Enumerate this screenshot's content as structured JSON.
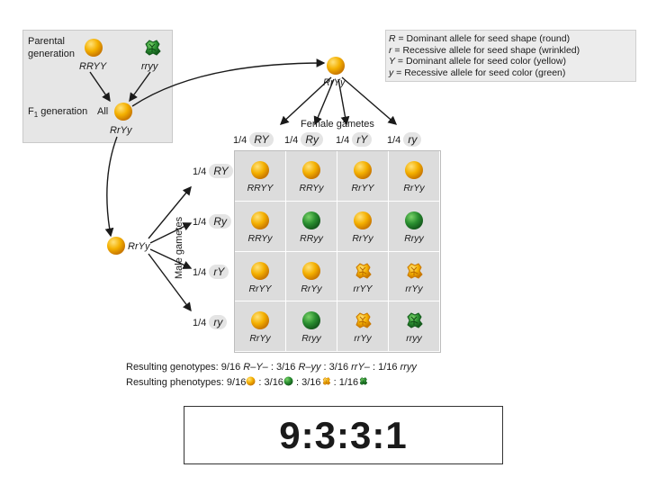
{
  "parental": {
    "title_line1": "Parental",
    "title_line2": "generation",
    "parent1": "RRYY",
    "parent2": "rryy",
    "f1_label": "F",
    "f1_sub": "1",
    "f1_label_rest": " generation",
    "all": "All",
    "f1_genotype": "RrYy"
  },
  "legend": {
    "lines": [
      {
        "sym": "R",
        "text": " = Dominant allele for seed shape (round)"
      },
      {
        "sym": "r",
        "text": "  = Recessive allele for seed shape (wrinkled)"
      },
      {
        "sym": "Y",
        "text": " = Dominant allele for seed color (yellow)"
      },
      {
        "sym": "y",
        "text": " = Recessive allele for seed color (green)"
      }
    ]
  },
  "female": {
    "genotype": "RrYy",
    "label": "Female gametes",
    "gametes": [
      {
        "frac": "1/4",
        "allele": "RY"
      },
      {
        "frac": "1/4",
        "allele": "Ry"
      },
      {
        "frac": "1/4",
        "allele": "rY"
      },
      {
        "frac": "1/4",
        "allele": "ry"
      }
    ]
  },
  "male": {
    "genotype": "RrYy",
    "label": "Male gametes",
    "gametes": [
      {
        "frac": "1/4",
        "allele": "RY"
      },
      {
        "frac": "1/4",
        "allele": "Ry"
      },
      {
        "frac": "1/4",
        "allele": "rY"
      },
      {
        "frac": "1/4",
        "allele": "ry"
      }
    ]
  },
  "punnett": {
    "rows": [
      [
        {
          "g": "RRYY",
          "p": "round-yellow"
        },
        {
          "g": "RRYy",
          "p": "round-yellow"
        },
        {
          "g": "RrYY",
          "p": "round-yellow"
        },
        {
          "g": "RrYy",
          "p": "round-yellow"
        }
      ],
      [
        {
          "g": "RRYy",
          "p": "round-yellow"
        },
        {
          "g": "RRyy",
          "p": "round-green"
        },
        {
          "g": "RrYy",
          "p": "round-yellow"
        },
        {
          "g": "Rryy",
          "p": "round-green"
        }
      ],
      [
        {
          "g": "RrYY",
          "p": "round-yellow"
        },
        {
          "g": "RrYy",
          "p": "round-yellow"
        },
        {
          "g": "rrYY",
          "p": "wrinkled-yellow"
        },
        {
          "g": "rrYy",
          "p": "wrinkled-yellow"
        }
      ],
      [
        {
          "g": "RrYy",
          "p": "round-yellow"
        },
        {
          "g": "Rryy",
          "p": "round-green"
        },
        {
          "g": "rrYy",
          "p": "wrinkled-yellow"
        },
        {
          "g": "rryy",
          "p": "wrinkled-green"
        }
      ]
    ]
  },
  "results": {
    "genotypes_label": "Resulting genotypes:",
    "genotypes": [
      {
        "frac": "9/16",
        "g": "R–Y–"
      },
      {
        "frac": "3/16",
        "g": "R–yy"
      },
      {
        "frac": "3/16",
        "g": "rrY–"
      },
      {
        "frac": "1/16",
        "g": "rryy"
      }
    ],
    "phenotypes_label": "Resulting phenotypes:",
    "phenotypes": [
      {
        "frac": "9/16",
        "p": "round-yellow"
      },
      {
        "frac": "3/16",
        "p": "round-green"
      },
      {
        "frac": "3/16",
        "p": "wrinkled-yellow"
      },
      {
        "frac": "1/16",
        "p": "wrinkled-green"
      }
    ]
  },
  "ratio": "9:3:3:1",
  "colors": {
    "yellow": "#f2a900",
    "yellow_light": "#ffd23a",
    "green": "#1f7a2a",
    "green_light": "#48b04a"
  }
}
